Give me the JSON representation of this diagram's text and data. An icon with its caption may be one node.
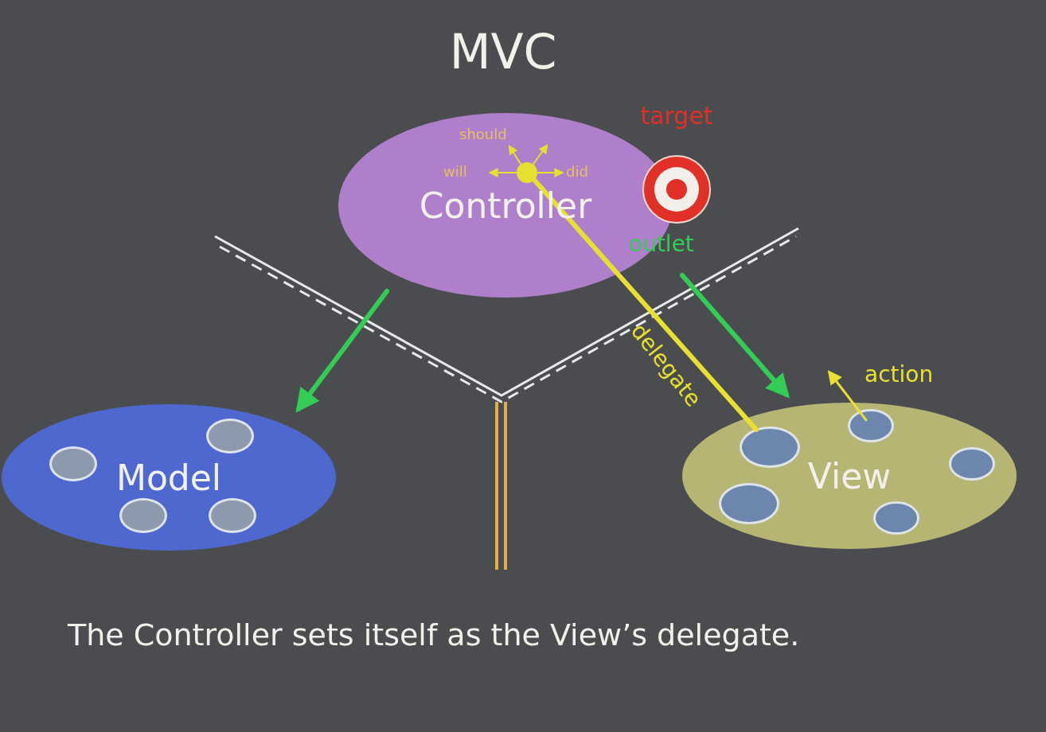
{
  "diagram": {
    "title": "MVC",
    "caption": "The Controller sets itself as the View’s delegate.",
    "nodes": [
      {
        "text": [
          "Controller"
        ]
      },
      {
        "text": [],
        "shape": "circle",
        "in": 0
      },
      {
        "text": [
          "target"
        ]
      },
      {
        "text": [
          "Model"
        ]
      },
      {
        "text": [],
        "shape": "circle",
        "in": 3
      },
      {
        "text": [],
        "shape": "circle",
        "in": 3
      },
      {
        "text": [],
        "shape": "circle",
        "in": 3
      },
      {
        "text": [],
        "shape": "circle",
        "in": 3
      },
      {
        "text": [
          "View"
        ]
      },
      {
        "text": [],
        "shape": "circle",
        "in": 8
      },
      {
        "text": [],
        "shape": "circle",
        "in": 8
      },
      {
        "text": [],
        "shape": "circle",
        "in": 8
      },
      {
        "text": [],
        "shape": "circle",
        "in": 8
      },
      {
        "text": [],
        "shape": "circle",
        "in": 8
      }
    ],
    "edges": [
      {
        "from": 0,
        "to": 3,
        "arrow": "to",
        "style": "thick",
        "color": "#33cc55"
      },
      {
        "from": 0,
        "to": 8,
        "arrow": "to",
        "label": "outlet",
        "style": "thick",
        "color": "#33cc55"
      },
      {
        "from": 1,
        "to": 10,
        "arrow": "none",
        "label": "delegate",
        "style": "thick"
      },
      {
        "from": 11,
        "to": null,
        "arrow": "to",
        "label": "action"
      },
      {
        "from": 1,
        "to": null,
        "arrow": "to",
        "label": "will"
      },
      {
        "from": 1,
        "to": null,
        "arrow": "to",
        "label": "should"
      },
      {
        "from": 1,
        "to": null,
        "arrow": "to"
      },
      {
        "from": 1,
        "to": null,
        "arrow": "to",
        "label": "did"
      }
    ]
  }
}
